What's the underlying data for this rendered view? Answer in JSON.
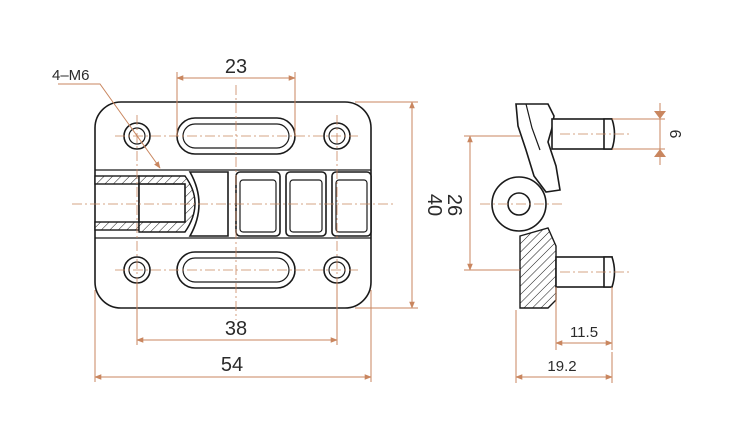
{
  "annotations": {
    "hole_callout": "4–M6",
    "slot_spacing": "23",
    "bolt_spacing": "38",
    "overall_width": "54",
    "overall_height": "40",
    "hole_pitch_side": "26",
    "pin_diameter": "6",
    "pin_length": "11.5",
    "side_depth": "19.2"
  },
  "colors": {
    "outline": "#1a1a1a",
    "dimension_line": "#c9865f",
    "background": "#ffffff"
  }
}
